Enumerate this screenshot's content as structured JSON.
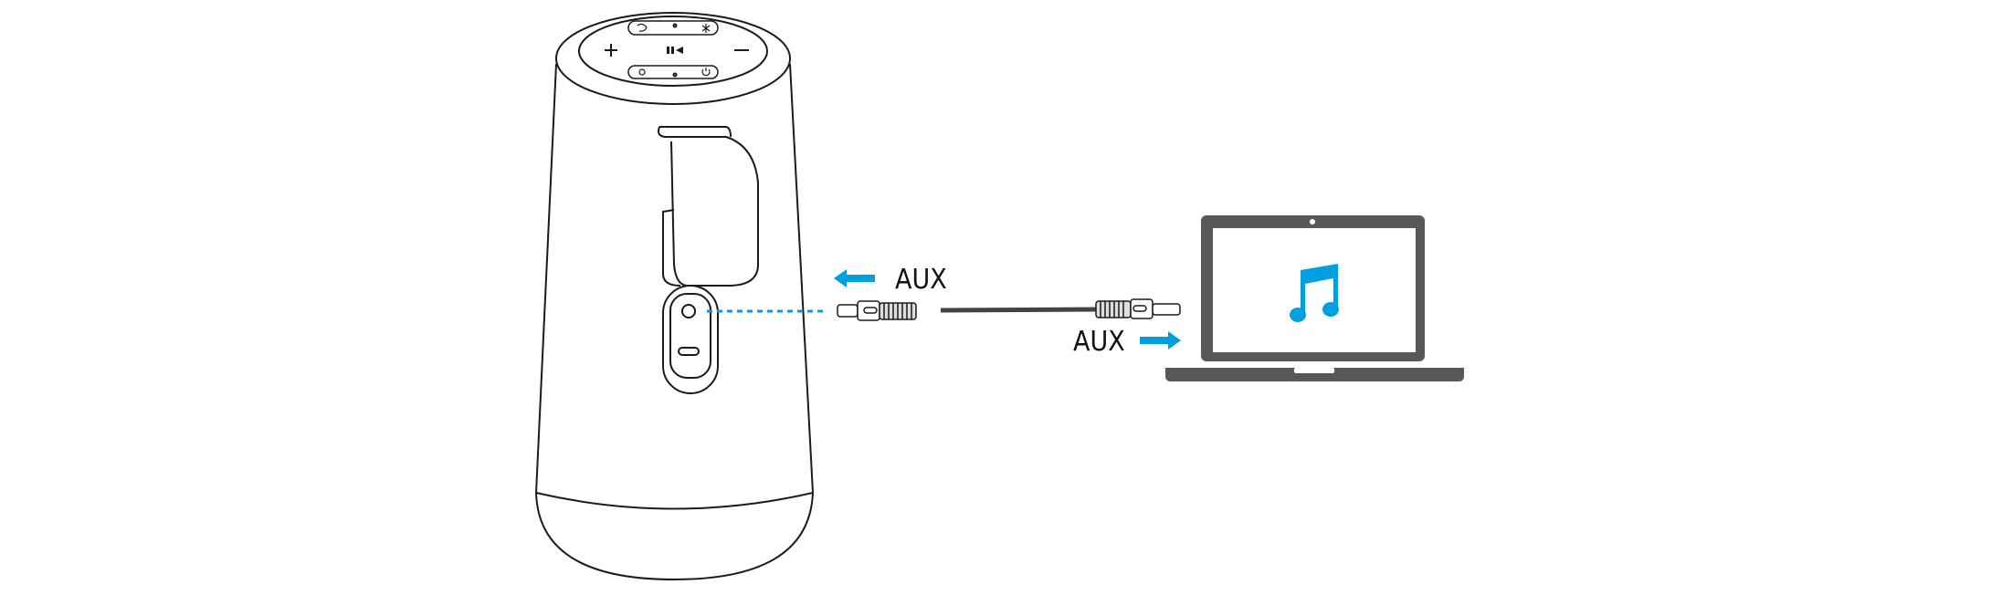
{
  "labels": {
    "aux_left": "AUX",
    "aux_right": "AUX"
  },
  "speaker": {
    "buttons": [
      "volume-up",
      "play-pause",
      "volume-down",
      "bluetooth",
      "mode",
      "light",
      "power"
    ]
  },
  "colors": {
    "accent": "#00a0e0",
    "line": "#1a1a1a",
    "laptop": "#58585a"
  }
}
